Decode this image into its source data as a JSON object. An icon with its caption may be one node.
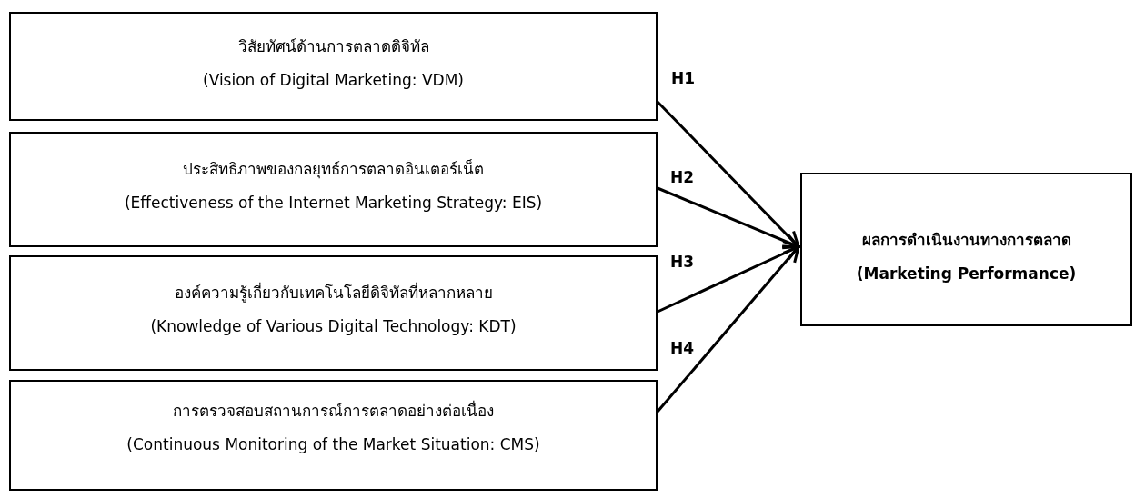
{
  "diagram": {
    "nodes": [
      {
        "text": [
          "วิสัยทัศน์ด้านการตลาดดิจิทัล",
          "(Vision of Digital Marketing: VDM)"
        ]
      },
      {
        "text": [
          "ประสิทธิภาพของกลยุทธ์การตลาดอินเตอร์เน็ต",
          "(Effectiveness of the Internet Marketing Strategy: EIS)"
        ]
      },
      {
        "text": [
          "องค์ความรู้เกี่ยวกับเทคโนโลยีดิจิทัลที่หลากหลาย",
          "(Knowledge of Various Digital Technology: KDT)"
        ]
      },
      {
        "text": [
          "การตรวจสอบสถานการณ์การตลาดอย่างต่อเนื่อง",
          "(Continuous Monitoring of the Market Situation: CMS)"
        ]
      },
      {
        "text": [
          "ผลการดำเนินงานทางการตลาด",
          "(Marketing Performance)"
        ]
      }
    ],
    "edges": [
      {
        "from": 0,
        "to": 4,
        "arrow": "to",
        "label": "H1"
      },
      {
        "from": 1,
        "to": 4,
        "arrow": "to",
        "label": "H2"
      },
      {
        "from": 2,
        "to": 4,
        "arrow": "to",
        "label": "H3"
      },
      {
        "from": 3,
        "to": 4,
        "arrow": "to",
        "label": "H4"
      }
    ]
  }
}
